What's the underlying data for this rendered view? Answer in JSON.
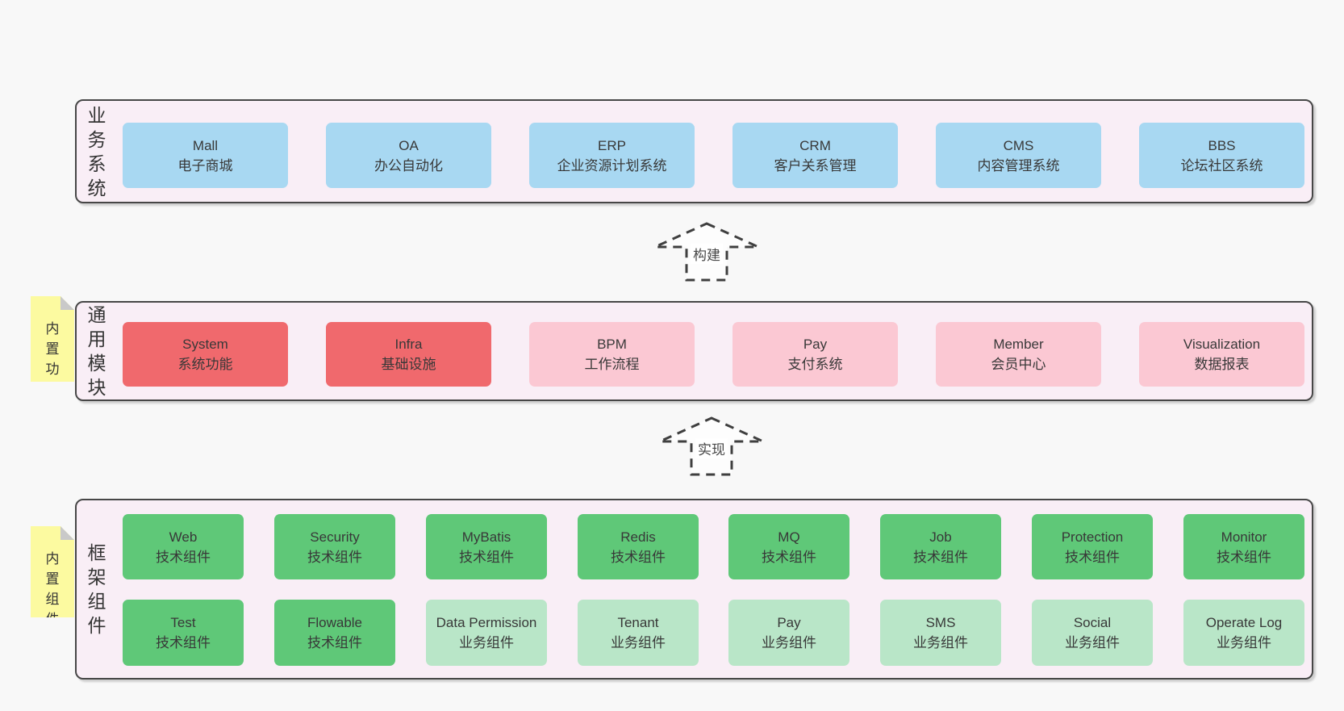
{
  "colors": {
    "page_bg": "#f8f8f8",
    "band_bg": "#f9eef6",
    "band_border": "#474747",
    "blue_box": "#a8d8f2",
    "red_box": "#f0696d",
    "pink_box": "#fbc8d3",
    "green_box": "#5fc878",
    "light_green_box": "#b9e6c8",
    "note_yellow": "#fcfaa0",
    "note_fold": "#c9c9c9",
    "arrow_stroke": "#3f3f3f"
  },
  "band1": {
    "label": "业务系统",
    "boxes": [
      {
        "title": "Mall",
        "subtitle": "电子商城"
      },
      {
        "title": "OA",
        "subtitle": "办公自动化"
      },
      {
        "title": "ERP",
        "subtitle": "企业资源计划系统"
      },
      {
        "title": "CRM",
        "subtitle": "客户关系管理"
      },
      {
        "title": "CMS",
        "subtitle": "内容管理系统"
      },
      {
        "title": "BBS",
        "subtitle": "论坛社区系统"
      }
    ]
  },
  "arrow1": {
    "label": "构建"
  },
  "band2": {
    "label": "通用模块",
    "note": "内置功能",
    "boxes": [
      {
        "title": "System",
        "subtitle": "系统功能",
        "variant": "red"
      },
      {
        "title": "Infra",
        "subtitle": "基础设施",
        "variant": "red"
      },
      {
        "title": "BPM",
        "subtitle": "工作流程",
        "variant": "pink"
      },
      {
        "title": "Pay",
        "subtitle": "支付系统",
        "variant": "pink"
      },
      {
        "title": "Member",
        "subtitle": "会员中心",
        "variant": "pink"
      },
      {
        "title": "Visualization",
        "subtitle": "数据报表",
        "variant": "pink"
      }
    ]
  },
  "arrow2": {
    "label": "实现"
  },
  "band3": {
    "label": "框架组件",
    "note": "内置组件",
    "row1": [
      {
        "title": "Web",
        "subtitle": "技术组件",
        "variant": "green"
      },
      {
        "title": "Security",
        "subtitle": "技术组件",
        "variant": "green"
      },
      {
        "title": "MyBatis",
        "subtitle": "技术组件",
        "variant": "green"
      },
      {
        "title": "Redis",
        "subtitle": "技术组件",
        "variant": "green"
      },
      {
        "title": "MQ",
        "subtitle": "技术组件",
        "variant": "green"
      },
      {
        "title": "Job",
        "subtitle": "技术组件",
        "variant": "green"
      },
      {
        "title": "Protection",
        "subtitle": "技术组件",
        "variant": "green"
      },
      {
        "title": "Monitor",
        "subtitle": "技术组件",
        "variant": "green"
      }
    ],
    "row2": [
      {
        "title": "Test",
        "subtitle": "技术组件",
        "variant": "green"
      },
      {
        "title": "Flowable",
        "subtitle": "技术组件",
        "variant": "green"
      },
      {
        "title": "Data Permission",
        "subtitle": "业务组件",
        "variant": "light-green"
      },
      {
        "title": "Tenant",
        "subtitle": "业务组件",
        "variant": "light-green"
      },
      {
        "title": "Pay",
        "subtitle": "业务组件",
        "variant": "light-green"
      },
      {
        "title": "SMS",
        "subtitle": "业务组件",
        "variant": "light-green"
      },
      {
        "title": "Social",
        "subtitle": "业务组件",
        "variant": "light-green"
      },
      {
        "title": "Operate Log",
        "subtitle": "业务组件",
        "variant": "light-green"
      }
    ]
  }
}
